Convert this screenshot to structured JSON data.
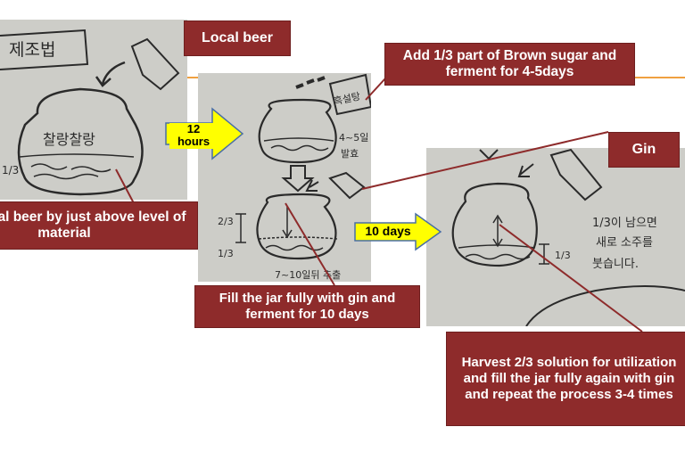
{
  "callouts": {
    "local_beer": "Local beer",
    "add_sugar": "Add 1/3 part of Brown sugar and ferment for 4-5days",
    "gin": "Gin",
    "pour_beer": "Pour local beer by just above level of material",
    "fill_jar": "Fill the jar fully with gin and ferment for 10 days",
    "harvest": "Harvest 2/3 solution for utilization and fill the jar fully again with gin  and repeat the process 3-4 times"
  },
  "arrows": {
    "step1": "12 hours",
    "step2": "10 days"
  },
  "sketch": {
    "recipe_title": "제조법",
    "jar_text": "찰랑찰랑",
    "sugar_label": "흑설탕",
    "ferment_days": "4~5일",
    "ferment_word": "발효",
    "fraction_two_thirds": "2/3",
    "fraction_one_third": "1/3",
    "after_days": "7~10일뒤 추출",
    "note_line1": "1/3이 남으면",
    "note_line2": "새로 소주를",
    "note_line3": "붓습니다."
  },
  "colors": {
    "callout_bg": "#8e2b2b",
    "arrow_fill": "#ffff00",
    "connector_line": "#8e2b2b",
    "orange_line": "#f0a040"
  }
}
